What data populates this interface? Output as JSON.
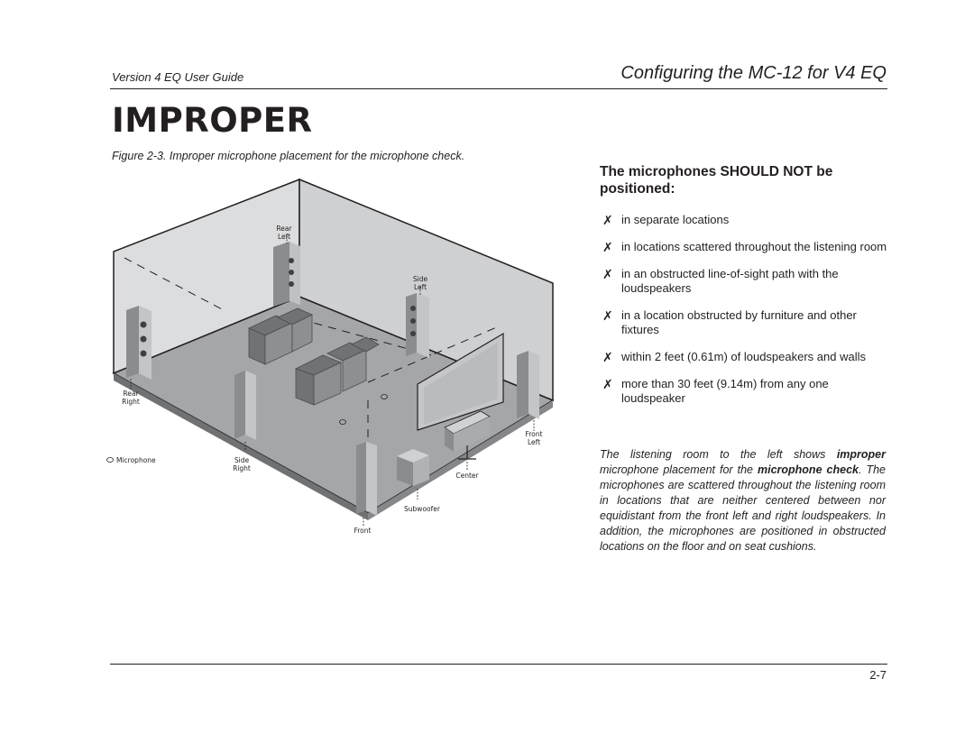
{
  "header": {
    "guide_title": "Version 4 EQ User Guide",
    "section_title": "Configuring the MC-12 for V4 EQ"
  },
  "page_title": "IMPROPER",
  "figure": {
    "caption": "Figure 2-3. Improper microphone placement for the microphone check.",
    "labels": {
      "rear_left_1": "Rear",
      "rear_left_2": "Left",
      "side_left_1": "Side",
      "side_left_2": "Left",
      "rear_right_1": "Rear",
      "rear_right_2": "Right",
      "side_right_1": "Side",
      "side_right_2": "Right",
      "front_left_1": "Front",
      "front_left_2": "Left",
      "center": "Center",
      "subwoofer": "Subwoofer",
      "front": "Front",
      "microphone": "Microphone"
    }
  },
  "right_column": {
    "subheading": "The microphones SHOULD NOT be positioned:",
    "bullet_symbol": "✗",
    "bullets": [
      "in separate locations",
      "in locations scattered throughout the listening room",
      "in an obstructed line-of-sight path with the loudspeakers",
      "in a location obstructed by furniture and other fixtures",
      "within 2 feet (0.61m) of loudspeakers and walls",
      "more than 30 feet (9.14m) from any one loudspeaker"
    ]
  },
  "paragraph": {
    "p1": "The listening room to the left shows ",
    "b1": "improper",
    "p2": " microphone placement for the ",
    "b2": "microphone check",
    "p3": ". The microphones are scattered throughout the listening room in locations that are neither centered between nor equidistant from the front left and right loudspeakers. In addition, the microphones are positioned in obstructed locations on the floor and on seat cushions."
  },
  "footer": {
    "page_number": "2-7"
  },
  "colors": {
    "text": "#231f20",
    "wall_light": "#d9dadb",
    "wall_dark": "#b5b7b9",
    "floor": "#9a9c9e",
    "furniture": "#6b6d70"
  }
}
